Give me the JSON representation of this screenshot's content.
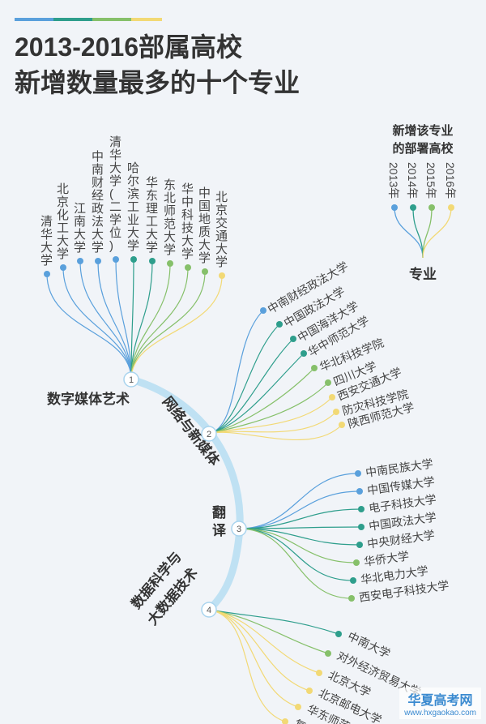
{
  "title_line1": "2013-2016部属高校",
  "title_line2": "新增数量最多的十个专业",
  "colors": {
    "y2013": "#5aa0dc",
    "y2014": "#2e9e8c",
    "y2015": "#86c06a",
    "y2016": "#f2d975",
    "spine": "#bfe1f3"
  },
  "legend": {
    "heading1": "新增该专业",
    "heading2": "的部署高校",
    "years": [
      "2013年",
      "2014年",
      "2015年",
      "2016年"
    ],
    "root_label": "专业"
  },
  "majors": [
    {
      "num": "1",
      "name": "数字媒体艺术",
      "schools": [
        "清华大学",
        "北京化工大学",
        "江南大学",
        "中南财经政法大学",
        "清华大学(二学位)",
        "哈尔滨工业大学",
        "华东理工大学",
        "东北师范大学",
        "华中科技大学",
        "中国地质大学",
        "北京交通大学"
      ]
    },
    {
      "num": "2",
      "name": "网络与新媒体",
      "schools": [
        "中南财经政法大学",
        "中国政法大学",
        "中国海洋大学",
        "华中师范大学",
        "华北科技学院",
        "四川大学",
        "西安交通大学",
        "防灾科技学院",
        "陕西师范大学"
      ]
    },
    {
      "num": "3",
      "name": "翻译",
      "schools": [
        "中南民族大学",
        "中国传媒大学",
        "电子科技大学",
        "中国政法大学",
        "中央财经大学",
        "华侨大学",
        "华北电力大学",
        "西安电子科技大学"
      ]
    },
    {
      "num": "4",
      "name1": "数据科学与",
      "name2": "大数据技术",
      "schools": [
        "中南大学",
        "对外经济贸易大学",
        "北京大学",
        "北京邮电大学",
        "华东师范大学",
        "复旦大学"
      ]
    }
  ],
  "watermark": {
    "line1": "华夏高考网",
    "line2": "www.hxgaokao.com"
  }
}
